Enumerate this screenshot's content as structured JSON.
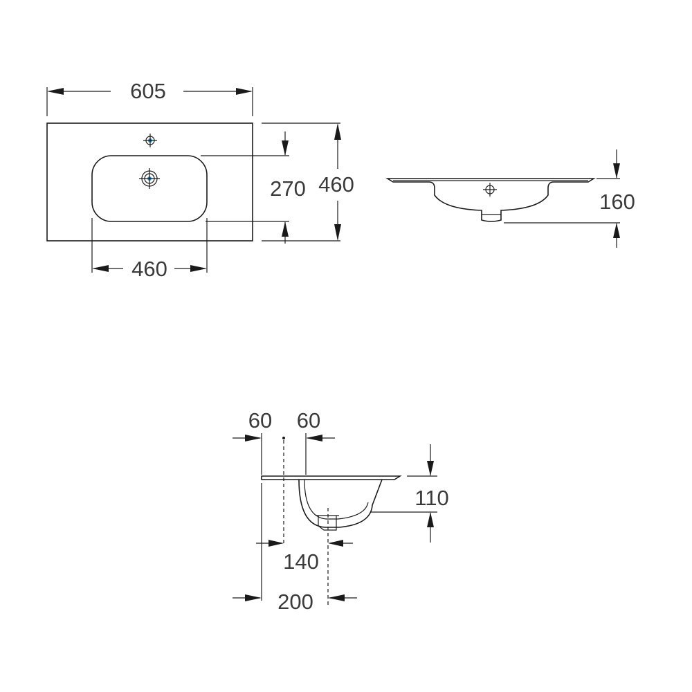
{
  "top_view": {
    "overall_width": "605",
    "overall_depth": "460",
    "bowl_depth": "270",
    "bowl_width": "460"
  },
  "side_view": {
    "height": "160"
  },
  "section_view": {
    "rim_offset_left": "60",
    "rim_offset_right": "60",
    "bowl_height": "110",
    "drain_offset": "140",
    "total_offset": "200"
  },
  "colors": {
    "line": "#1a1a1a",
    "tap_hole": "#1e90d6"
  }
}
